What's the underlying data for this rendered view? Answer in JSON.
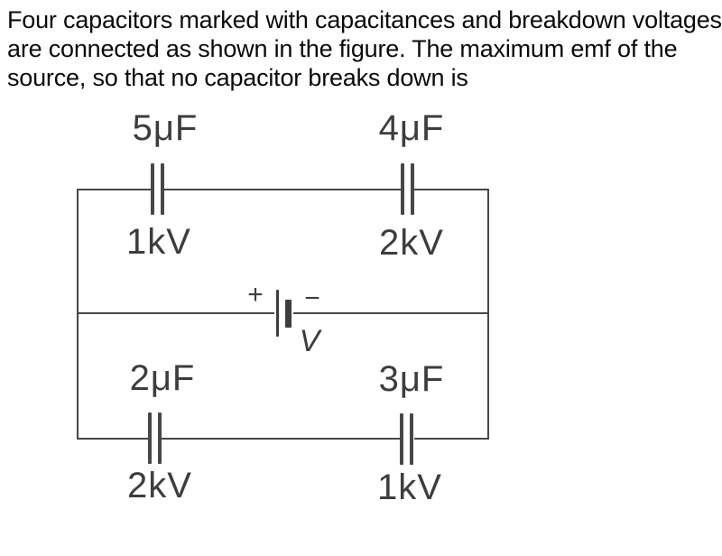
{
  "question": {
    "lines": [
      "Four capacitors marked with capacitances and breakdown voltages",
      "are connected as shown in the figure. The maximum emf of the",
      "source, so that no capacitor breaks down is"
    ]
  },
  "figure": {
    "type": "circuit-diagram",
    "capacitors": [
      {
        "position": "top-left",
        "capacitance": "5μF",
        "breakdown_voltage": "1kV"
      },
      {
        "position": "top-right",
        "capacitance": "4μF",
        "breakdown_voltage": "2kV"
      },
      {
        "position": "bottom-left",
        "capacitance": "2μF",
        "breakdown_voltage": "2kV"
      },
      {
        "position": "bottom-right",
        "capacitance": "3μF",
        "breakdown_voltage": "1kV"
      }
    ],
    "battery": {
      "positive_sign": "+",
      "negative_sign": "−",
      "label": "V"
    },
    "colors": {
      "wire": "#474747",
      "figure_label": "#3d3d3d",
      "question_text": "#0a0a0a",
      "background": "#ffffff"
    }
  }
}
